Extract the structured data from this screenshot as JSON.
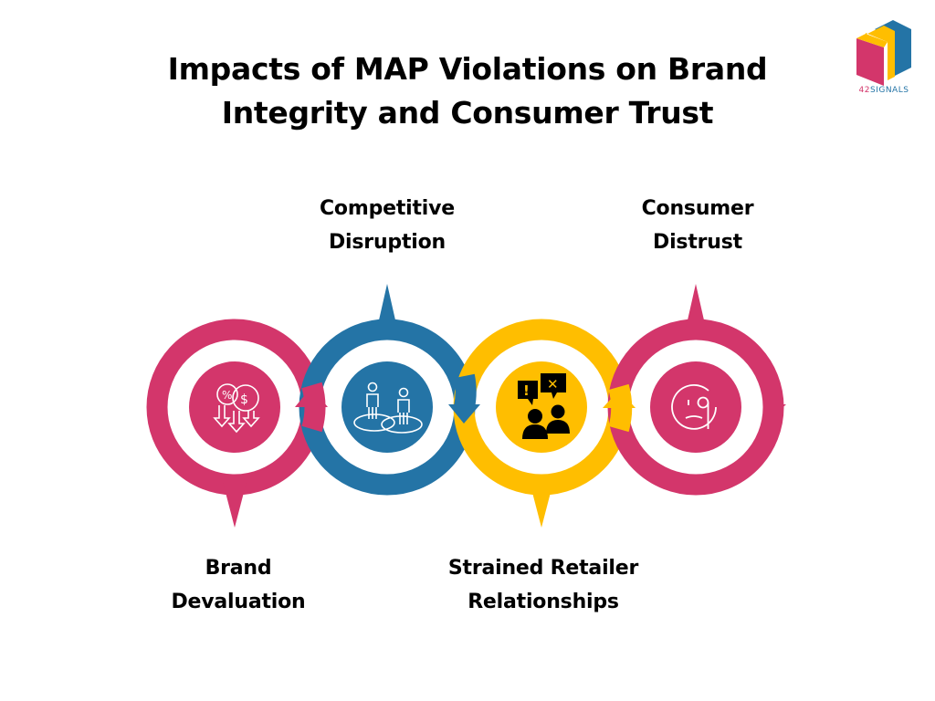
{
  "title": {
    "line1": "Impacts of MAP Violations on Brand",
    "line2": "Integrity and Consumer Trust"
  },
  "logo": {
    "brand_number": "42",
    "brand_text": "SIGNALS",
    "colors": {
      "pink": "#d3366b",
      "yellow": "#ffbe00",
      "blue": "#2474a6"
    }
  },
  "colors": {
    "pink": "#d3366b",
    "blue": "#2474a6",
    "yellow": "#ffbe00",
    "text": "#000000",
    "background": "#ffffff"
  },
  "steps": [
    {
      "id": "brand-devaluation",
      "line1": "Brand",
      "line2": "Devaluation",
      "color": "#d3366b",
      "icon": "price-drop-icon",
      "pointer": "bottom"
    },
    {
      "id": "competitive-disruption",
      "line1": "Competitive",
      "line2": "Disruption",
      "color": "#2474a6",
      "icon": "competitors-icon",
      "pointer": "top"
    },
    {
      "id": "strained-retailer-relationships",
      "line1": "Strained Retailer",
      "line2": "Relationships",
      "color": "#ffbe00",
      "icon": "dispute-icon",
      "pointer": "bottom"
    },
    {
      "id": "consumer-distrust",
      "line1": "Consumer",
      "line2": "Distrust",
      "color": "#d3366b",
      "icon": "skeptical-face-icon",
      "pointer": "top"
    }
  ]
}
